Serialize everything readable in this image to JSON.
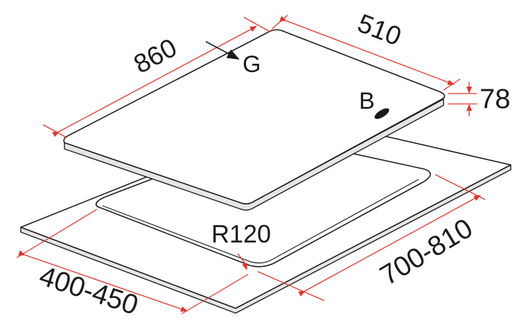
{
  "labels": {
    "top_length": "860",
    "top_width": "510",
    "thickness": "78",
    "gas_inlet": "G",
    "burner": "B",
    "corner_radius": "R120",
    "cutout_length": "700-810",
    "cutout_width": "400-450"
  },
  "colors": {
    "dimension_line": "#e0342c",
    "outline": "#1a1a1a",
    "background": "#ffffff"
  }
}
